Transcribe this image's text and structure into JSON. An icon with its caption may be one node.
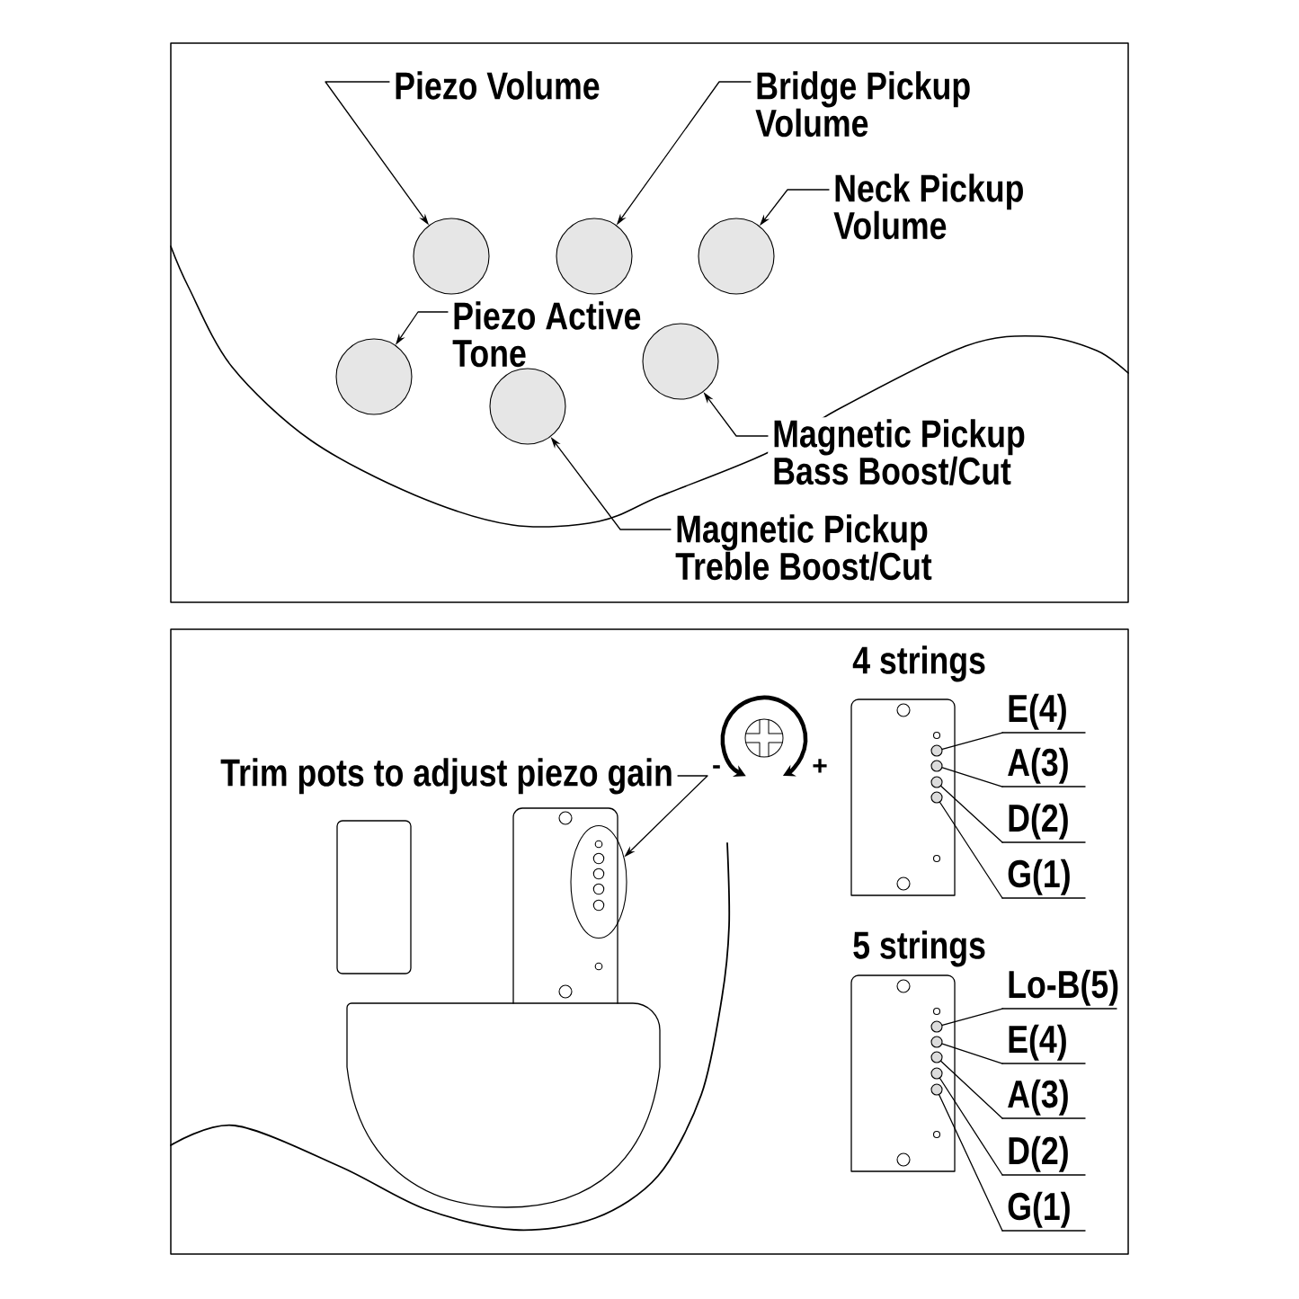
{
  "diagram": {
    "nodes": [
      {
        "text": [
          "Piezo Volume"
        ]
      },
      {
        "text": [
          "Bridge Pickup Volume"
        ]
      },
      {
        "text": [
          "Neck Pickup Volume"
        ]
      },
      {
        "text": [],
        "shape": "circle"
      },
      {
        "text": [],
        "shape": "circle"
      },
      {
        "text": [],
        "shape": "circle"
      },
      {
        "text": [
          "Piezo Active Tone"
        ]
      },
      {
        "text": [],
        "shape": "circle"
      },
      {
        "text": [],
        "shape": "circle"
      },
      {
        "text": [],
        "shape": "circle"
      },
      {
        "text": [
          "Magnetic Pickup Bass Boost/Cut"
        ]
      },
      {
        "text": [
          "Magnetic Pickup Treble Boost/Cut"
        ]
      },
      {
        "text": [
          "Trim pots to adjust piezo gain"
        ]
      },
      {
        "text": [],
        "shape": "ellipse"
      },
      {
        "text": [
          "E(4)"
        ]
      },
      {
        "text": [
          "A(3)"
        ]
      },
      {
        "text": [
          "D(2)"
        ]
      },
      {
        "text": [
          "G(1)"
        ]
      },
      {
        "text": [],
        "shape": "circle"
      },
      {
        "text": [],
        "shape": "circle"
      },
      {
        "text": [],
        "shape": "circle"
      },
      {
        "text": [],
        "shape": "circle"
      },
      {
        "text": [
          "Lo-B(5)"
        ]
      },
      {
        "text": [
          "E(4)"
        ]
      },
      {
        "text": [
          "A(3)"
        ]
      },
      {
        "text": [
          "D(2)"
        ]
      },
      {
        "text": [
          "G(1)"
        ]
      },
      {
        "text": [],
        "shape": "circle"
      },
      {
        "text": [],
        "shape": "circle"
      },
      {
        "text": [],
        "shape": "circle"
      },
      {
        "text": [],
        "shape": "circle"
      },
      {
        "text": [],
        "shape": "circle"
      }
    ],
    "edges": [
      {
        "from": 0,
        "to": 3,
        "arrow": "to"
      },
      {
        "from": 1,
        "to": 4,
        "arrow": "to"
      },
      {
        "from": 2,
        "to": 5,
        "arrow": "to"
      },
      {
        "from": 6,
        "to": 7,
        "arrow": "to"
      },
      {
        "from": 10,
        "to": 8,
        "arrow": "to"
      },
      {
        "from": 11,
        "to": 9,
        "arrow": "to"
      },
      {
        "from": 12,
        "to": 13,
        "arrow": "to"
      },
      {
        "from": 14,
        "to": 18,
        "arrow": "none"
      },
      {
        "from": 15,
        "to": 19,
        "arrow": "none"
      },
      {
        "from": 16,
        "to": 20,
        "arrow": "none"
      },
      {
        "from": 17,
        "to": 21,
        "arrow": "none"
      },
      {
        "from": 22,
        "to": 27,
        "arrow": "none"
      },
      {
        "from": 23,
        "to": 28,
        "arrow": "none"
      },
      {
        "from": 24,
        "to": 29,
        "arrow": "none"
      },
      {
        "from": 25,
        "to": 30,
        "arrow": "none"
      },
      {
        "from": 26,
        "to": 31,
        "arrow": "none"
      }
    ],
    "labels": [
      "4 strings",
      "-",
      "+",
      "5 strings"
    ]
  }
}
